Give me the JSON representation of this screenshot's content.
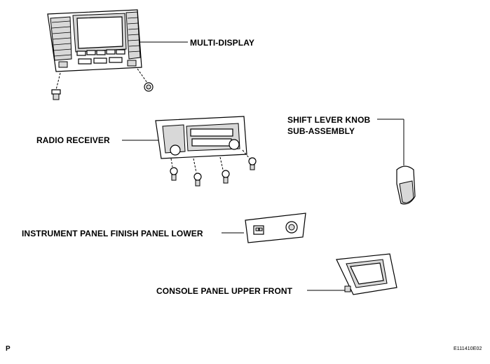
{
  "labels": {
    "multi_display": "MULTI-DISPLAY",
    "shift_knob_line1": "SHIFT LEVER KNOB",
    "shift_knob_line2": "SUB-ASSEMBLY",
    "radio_receiver": "RADIO RECEIVER",
    "finish_panel_lower": "INSTRUMENT PANEL FINISH PANEL LOWER",
    "console_panel": "CONSOLE PANEL UPPER FRONT"
  },
  "footer": {
    "corner_letter": "P",
    "figure_code": "E111410E02"
  }
}
